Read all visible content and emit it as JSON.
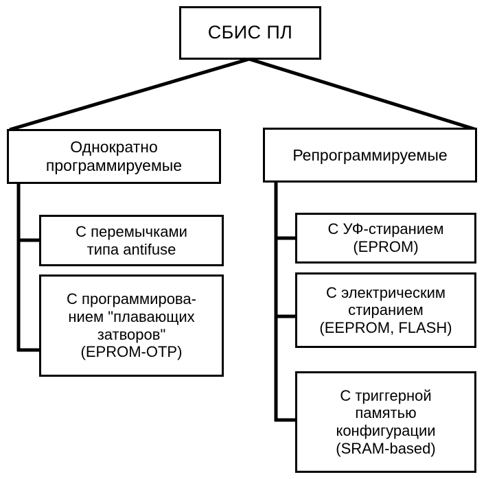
{
  "diagram": {
    "title_text": "СБИС ПЛ",
    "type": "tree-hierarchy",
    "orientation": "top-down",
    "line_color": "#000000",
    "box_fill": "#FFFFFF",
    "box_border_color": "#000000",
    "background": "#FFFFFF",
    "root": {
      "id": "root",
      "label": "СБИС ПЛ"
    },
    "level1": [
      {
        "id": "once-programmable",
        "label": "Однократно\nпрограммируемые"
      },
      {
        "id": "reprogrammable",
        "label": "Репрограммируемые"
      }
    ],
    "level2_left": [
      {
        "id": "antifuse",
        "label": "С перемычками\nтипа antifuse"
      },
      {
        "id": "floating-gates",
        "label": "С программирова-\nнием \"плавающих\nзатворов\"\n(EPROM-OTP)"
      }
    ],
    "level2_right": [
      {
        "id": "uv-erase",
        "label": "С УФ-стиранием\n(EPROM)"
      },
      {
        "id": "electric-erase",
        "label": "С электрическим\nстиранием\n(EEPROM, FLASH)"
      },
      {
        "id": "trigger-memory",
        "label": "С триггерной\nпамятью\nконфигурации\n(SRAM-based)"
      }
    ]
  }
}
